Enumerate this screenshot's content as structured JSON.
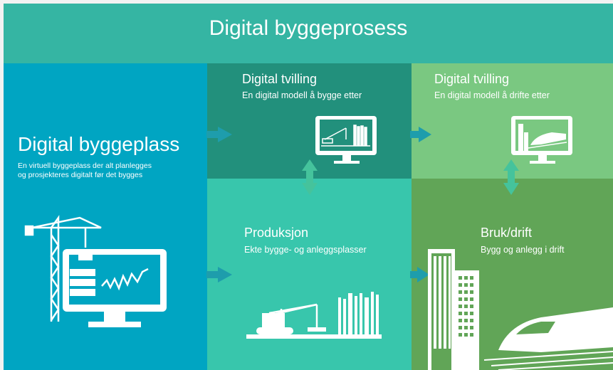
{
  "header": {
    "title": "Digital byggeprosess"
  },
  "left": {
    "title": "Digital byggeplass",
    "desc_line1": "En virtuell byggeplass der alt planlegges",
    "desc_line2": "og prosjekteres digitalt før det bygges",
    "icon": "crane-monitor-icon"
  },
  "twin_build": {
    "title": "Digital tvilling",
    "subtitle": "En digital modell å bygge etter",
    "icon": "monitor-construction-icon"
  },
  "twin_operate": {
    "title": "Digital tvilling",
    "subtitle": "En digital modell å drifte etter",
    "icon": "monitor-train-icon"
  },
  "production": {
    "title": "Produksjon",
    "subtitle": "Ekte bygge- og anleggsplasser",
    "icon": "construction-site-icon"
  },
  "operation": {
    "title": "Bruk/drift",
    "subtitle": "Bygg og anlegg i drift",
    "icon": "building-train-icon"
  },
  "colors": {
    "header": "#35b5a3",
    "left": "#00a5c2",
    "twin_build": "#22907c",
    "twin_operate": "#7ac881",
    "production": "#38c6ac",
    "operation": "#61a557",
    "arrow_right": "#1e9dac",
    "arrow_vertical": "#45c39c"
  }
}
